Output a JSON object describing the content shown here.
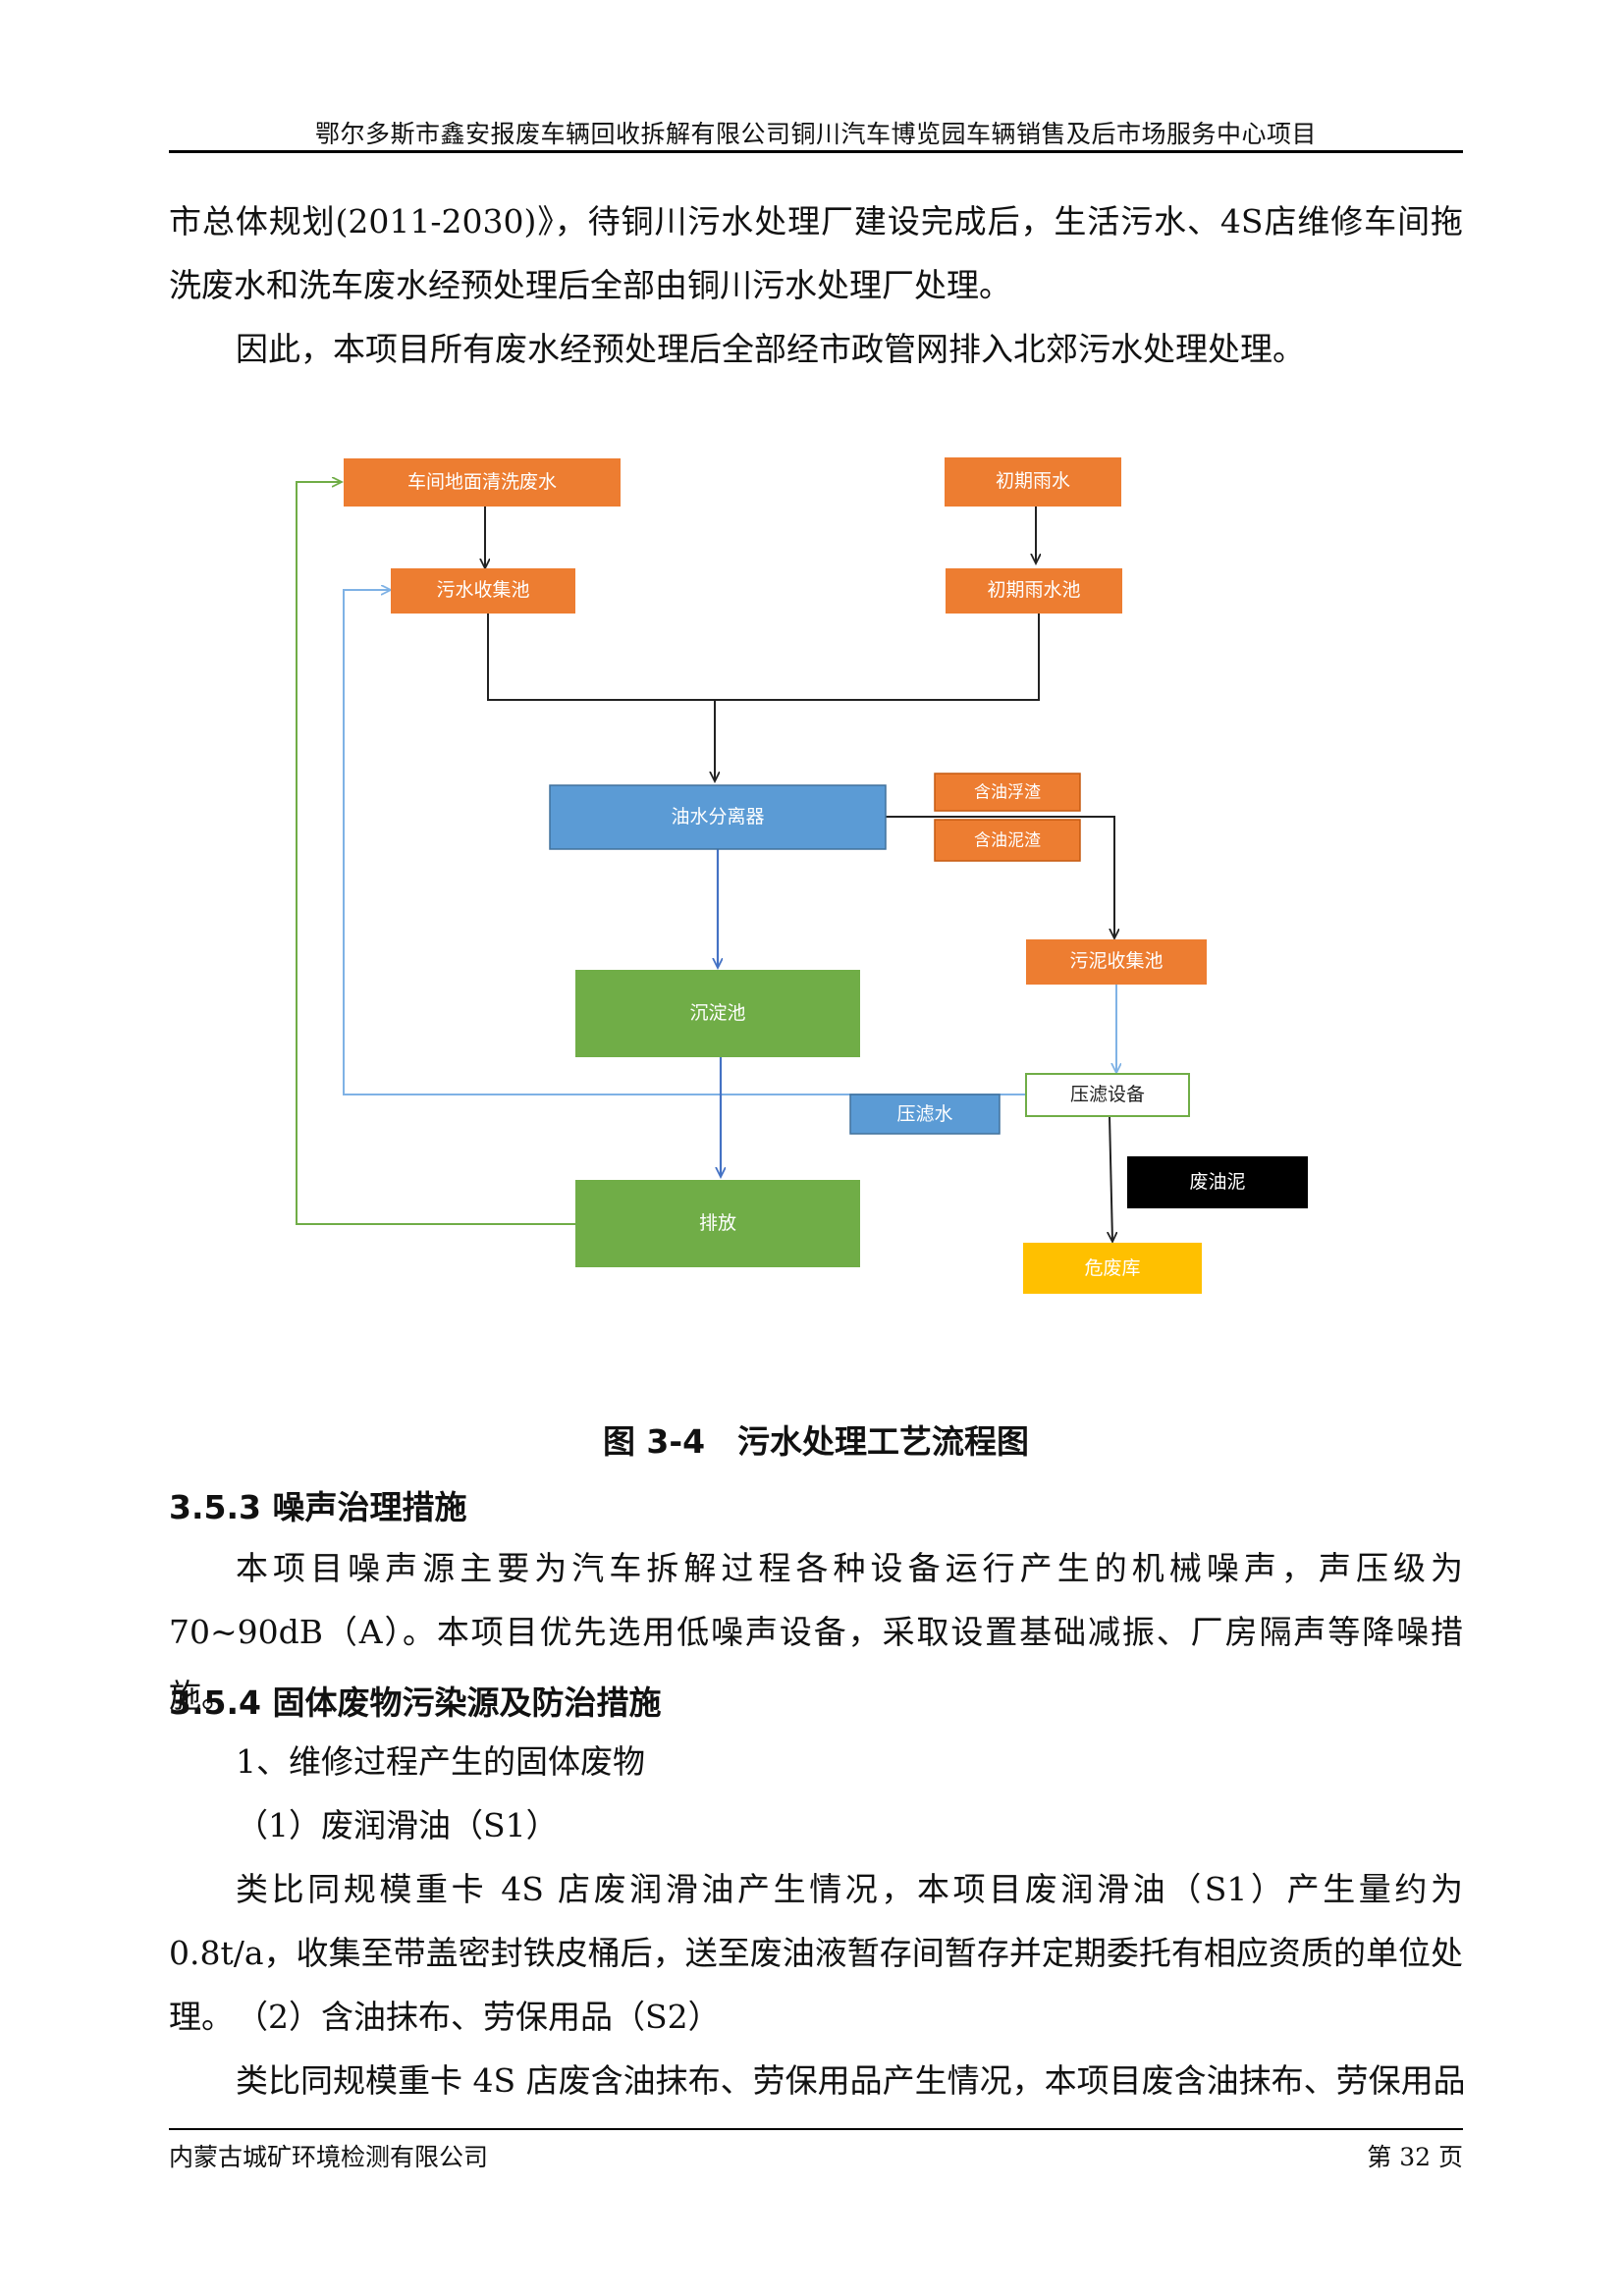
{
  "header": {
    "title": "鄂尔多斯市鑫安报废车辆回收拆解有限公司铜川汽车博览园车辆销售及后市场服务中心项目"
  },
  "body": {
    "para1": "市总体规划(2011-2030)》，待铜川污水处理厂建设完成后，生活污水、4S店维修车间拖洗废水和洗车废水经预处理后全部由铜川污水处理厂处理。",
    "para2": "因此，本项目所有废水经预处理后全部经市政管网排入北郊污水处理处理。",
    "figure_caption": "图 3-4　污水处理工艺流程图",
    "section_353": "3.5.3 噪声治理措施",
    "para3": "本项目噪声源主要为汽车拆解过程各种设备运行产生的机械噪声，声压级为 70~90dB（A）。本项目优先选用低噪声设备，采取设置基础减振、厂房隔声等降噪措施。",
    "section_354": "3.5.4 固体废物污染源及防治措施",
    "item1": "1、维修过程产生的固体废物",
    "item1_1": "（1）废润滑油（S1）",
    "para4": "类比同规模重卡 4S 店废润滑油产生情况，本项目废润滑油（S1）产生量约为 0.8t/a，收集至带盖密封铁皮桶后，送至废油液暂存间暂存并定期委托有相应资质的单位处理。",
    "item1_2": "（2）含油抹布、劳保用品（S2）",
    "para5": "类比同规模重卡 4S 店废含油抹布、劳保用品产生情况，本项目废含油抹布、劳保用品"
  },
  "diagram": {
    "nodes": {
      "floor_wash": "车间地面清洗废水",
      "initial_rain": "初期雨水",
      "sewage_tank": "污水收集池",
      "rain_tank": "初期雨水池",
      "separator": "油水分离器",
      "oil_scum": "含油浮渣",
      "oil_sludge": "含油泥渣",
      "sludge_tank": "污泥收集池",
      "sedimentation": "沉淀池",
      "filter_press": "压滤设备",
      "filtrate": "压滤水",
      "waste_oil_mud": "废油泥",
      "discharge": "排放",
      "hazardous_store": "危废库"
    },
    "colors": {
      "orange": "#ED7D31",
      "blue": "#5B9BD5",
      "green": "#70AD47",
      "black": "#000000",
      "yellow": "#FFC000",
      "arrow_dark": "#222222",
      "arrow_blue": "#4472C4",
      "arrow_lightblue": "#7FB2E5",
      "arrow_green": "#70AD47"
    }
  },
  "footer": {
    "company": "内蒙古城矿环境检测有限公司",
    "page": "第 32 页"
  }
}
